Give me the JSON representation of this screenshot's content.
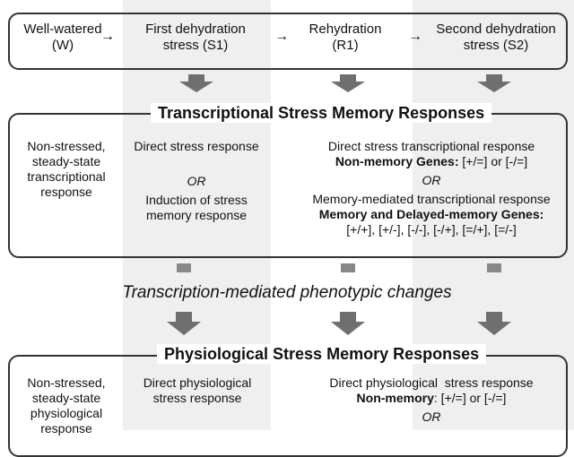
{
  "stages": [
    {
      "line1": "Well-watered",
      "line2": "(W)"
    },
    {
      "line1": "First dehydration",
      "line2": "stress (S1)"
    },
    {
      "line1": "Rehydration",
      "line2": "(R1)"
    },
    {
      "line1": "Second dehydration",
      "line2": "stress (S2)"
    }
  ],
  "arrow_glyph": "→",
  "transcriptional": {
    "title": "Transcriptional Stress Memory Responses",
    "col_w": [
      "Non-stressed,",
      "steady-state",
      "transcriptional",
      "response"
    ],
    "col_s1_top": "Direct stress response",
    "col_s1_or": "OR",
    "col_s1_bottom": [
      "Induction of stress",
      "memory response"
    ],
    "col_s2_line1": "Direct stress transcriptional response",
    "col_s2_nonmem_label": "Non-memory Genes:",
    "col_s2_nonmem_values": " [+/=] or [-/=]",
    "col_s2_or": "OR",
    "col_s2_line3": "Memory-mediated transcriptional response",
    "col_s2_mem_label": "Memory and Delayed-memory Genes:",
    "col_s2_mem_values": "[+/+], [+/-], [-/-], [-/+], [=/+], [=/-]"
  },
  "phenotypic": "Transcription-mediated phenotypic changes",
  "physiological": {
    "title": "Physiological Stress Memory Responses",
    "col_w": [
      "Non-stressed,",
      "steady-state",
      "physiological",
      "response"
    ],
    "col_s1": [
      "Direct physiological",
      "stress response"
    ],
    "col_s2_line1": "Direct physiological  stress response",
    "col_s2_nonmem_label": "Non-memory",
    "col_s2_nonmem_values": ": [+/=] or [-/=]",
    "col_s2_or": "OR"
  },
  "colors": {
    "shade": "#efefef",
    "arrow": "#6f6f6f",
    "stub": "#888888",
    "border": "#333333"
  }
}
